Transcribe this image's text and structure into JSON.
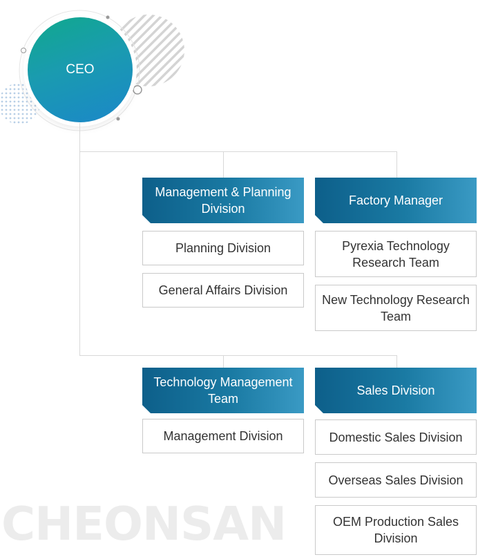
{
  "ceo": {
    "label": "CEO"
  },
  "watermark": "CHEONSAN",
  "colors": {
    "header_dark": "#0d5f8a",
    "header_light": "#3a9ac4",
    "ceo_green": "#10a98c",
    "ceo_blue": "#1b87c9"
  },
  "divisions": [
    {
      "title": "Management & Planning Division",
      "units": [
        "Planning Division",
        "General Affairs Division"
      ]
    },
    {
      "title": "Factory Manager",
      "units": [
        "Pyrexia Technology Research Team",
        "New Technology Research Team"
      ]
    },
    {
      "title": "Technology Management Team",
      "units": [
        "Management Division"
      ]
    },
    {
      "title": "Sales Division",
      "units": [
        "Domestic Sales Division",
        "Overseas Sales Division",
        "OEM Production Sales Division"
      ]
    }
  ]
}
